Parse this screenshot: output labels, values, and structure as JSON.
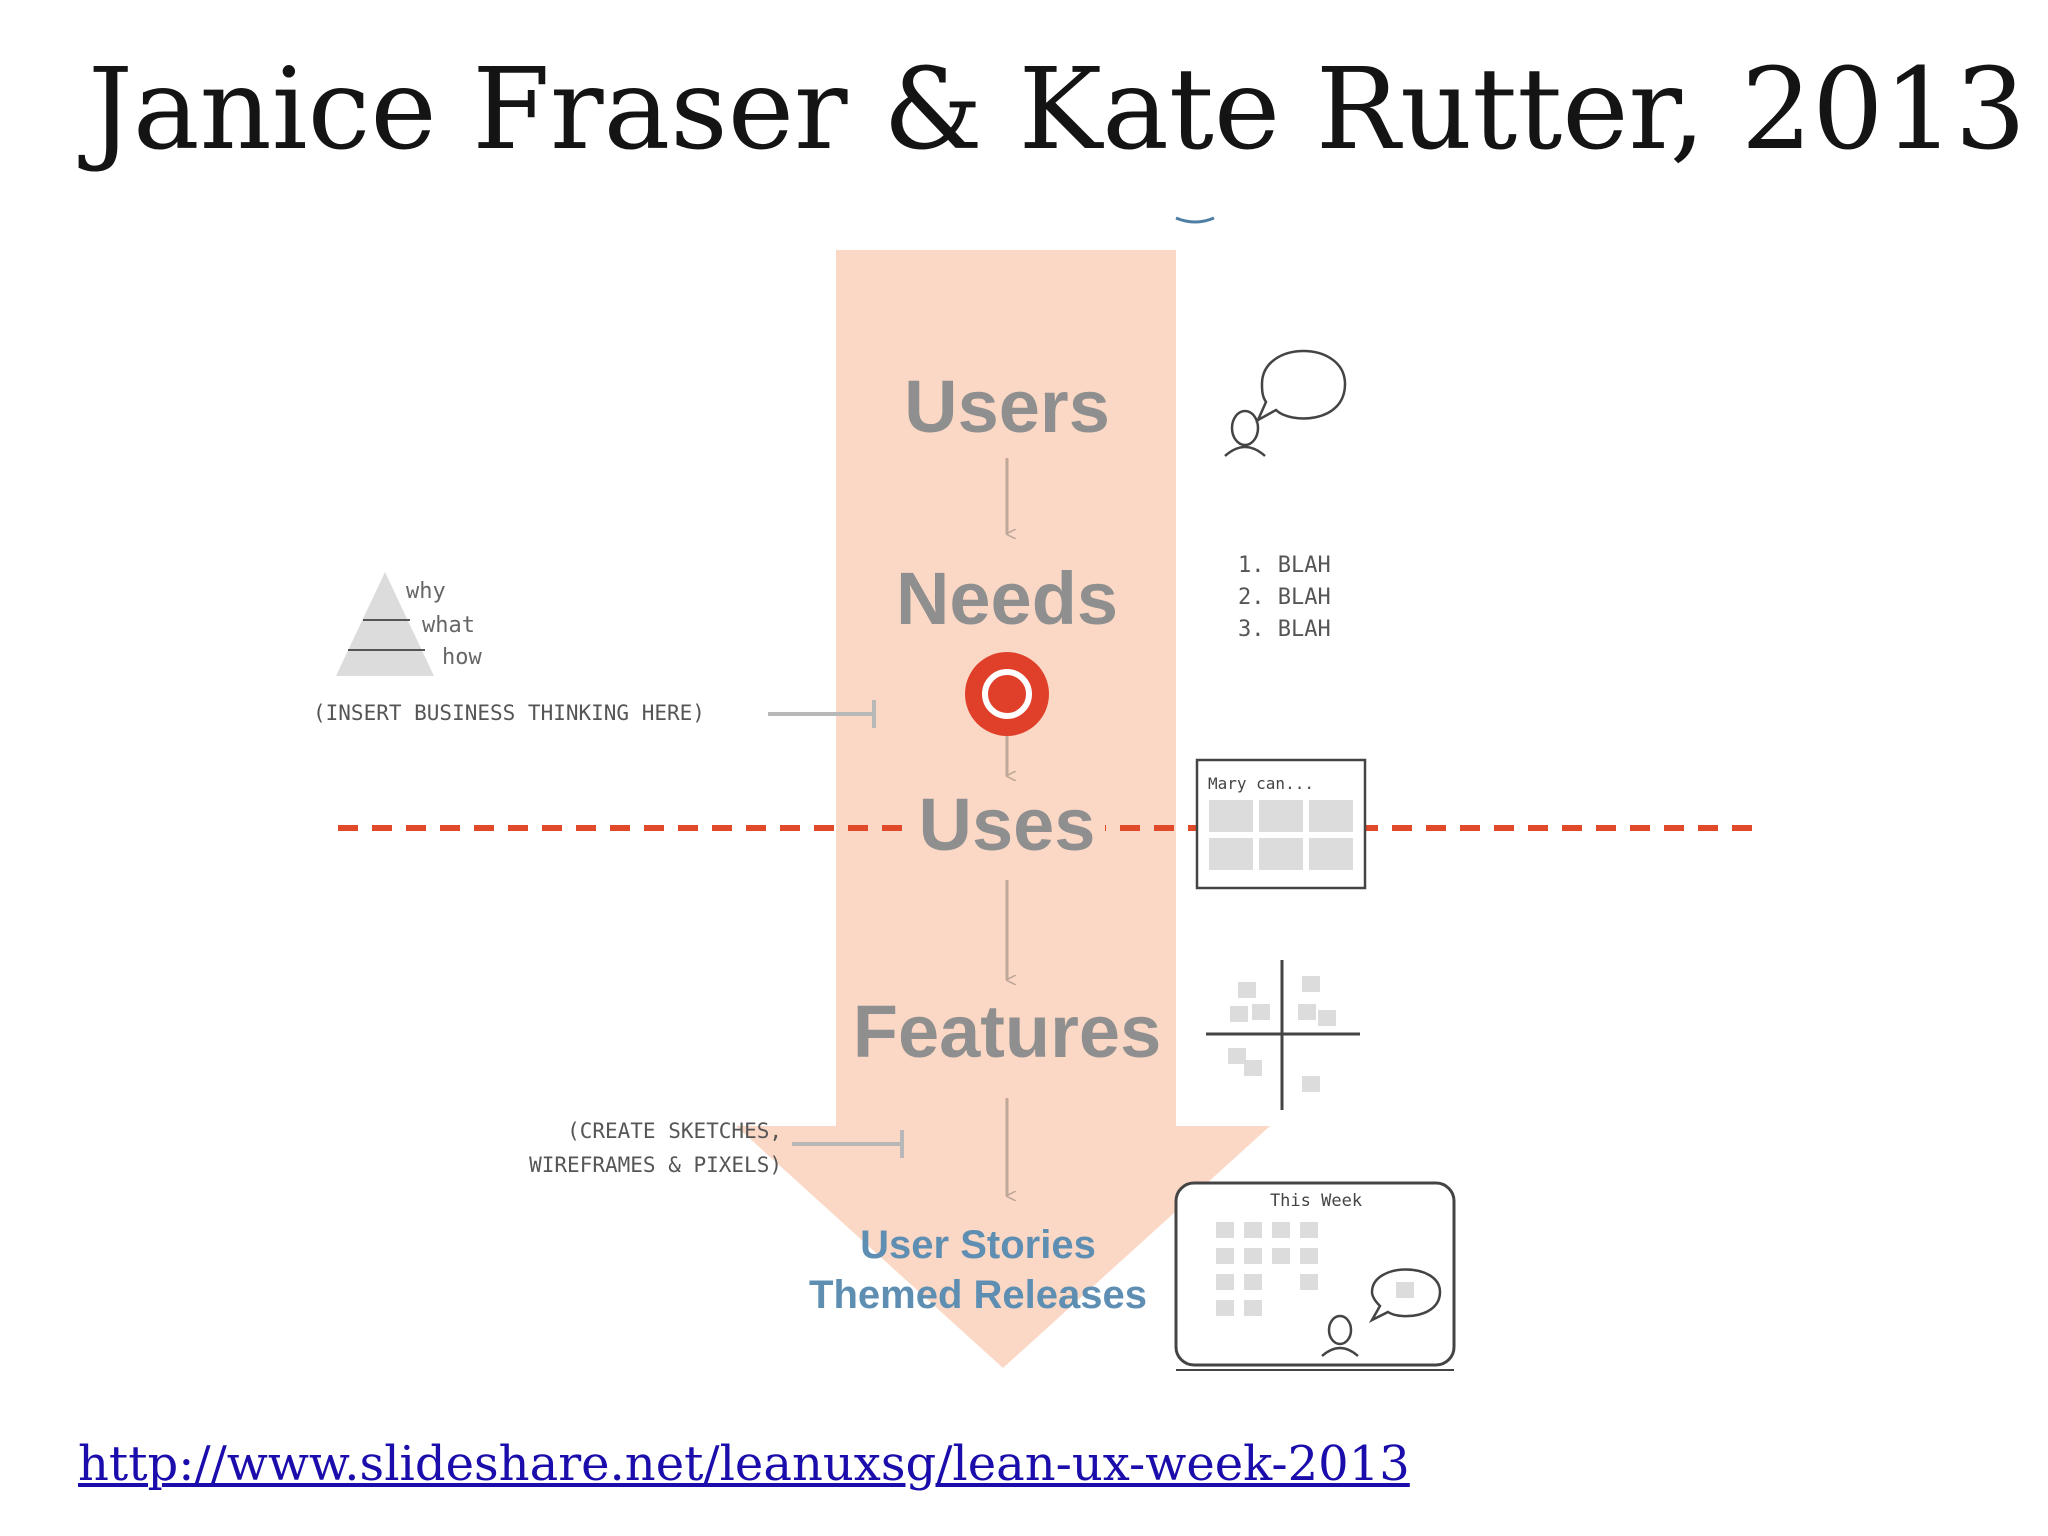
{
  "slide": {
    "title": "Janice Fraser & Kate Rutter, 2013",
    "source_link": "http://www.slideshare.net/leanuxsg/lean-ux-week-2013"
  },
  "diagram": {
    "stages": [
      "Users",
      "Needs",
      "Uses",
      "Features"
    ],
    "outputs": [
      "User Stories",
      "Themed Releases"
    ],
    "pyramid_labels": [
      "why",
      "what",
      "how"
    ],
    "business_note": "(INSERT BUSINESS THINKING HERE)",
    "sketch_note": [
      "(CREATE SKETCHES,",
      "WIREFRAMES & PIXELS)"
    ],
    "needs_list": [
      "1. BLAH",
      "2. BLAH",
      "3. BLAH"
    ],
    "story_card_label": "Mary can...",
    "board_label": "This Week"
  },
  "colors": {
    "arrow_fill": "#fbd8c5",
    "stage_text": "#8f8f8f",
    "output_text": "#5e8fb3",
    "dashed_line": "#e04a2a",
    "target": "#e0402a",
    "sketch_gray": "#dcdcdc"
  }
}
